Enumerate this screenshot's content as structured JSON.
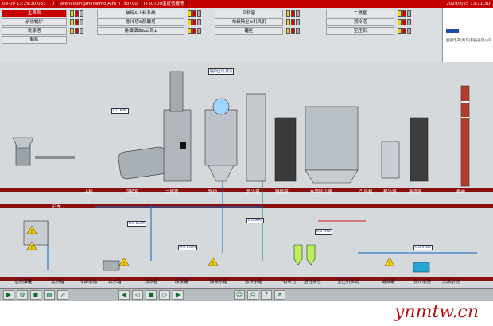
{
  "alarm_bar": {
    "segments": [
      "09-09 13:29:30.033",
      "0",
      "\\wenxihongzhili\\almo\\Alm_TT50700",
      "TT50700温度低报警"
    ],
    "datetime": "2019/8/25 13:11:30"
  },
  "nav": {
    "col1": [
      "主界面",
      "余热锅炉",
      "洗涤塔",
      "制浆"
    ],
    "col2": [
      "破碎&上料系统",
      "急冷塔&脱酸塔",
      "排烟烟囱&公风1"
    ],
    "col3": [
      "回转窑",
      "布袋除尘&引风机",
      "罐区"
    ],
    "col4": [
      "二燃室",
      "预冷塔",
      "空压机"
    ]
  },
  "logo": {
    "text": "壹德电产(青岛)科技有限公司"
  },
  "process": {
    "section_labels": [
      "上料",
      "回转窑",
      "二燃室",
      "锅炉",
      "急冷塔",
      "脱酸塔",
      "布袋除尘器",
      "引风机",
      "预冷塔",
      "洗涤塔",
      "烟囱"
    ],
    "row2_label": "行车",
    "steam_label": "锅炉出口 蒸汽",
    "tags": [
      "0.0 MPa",
      "0.0 m3/h",
      "0.0 MPa",
      "0.0 m3/h",
      "0.0 MPa",
      "0.0 m3/h"
    ]
  },
  "bottom_labels": [
    "低热储罐",
    "低热箱",
    "冷却水箱",
    "软水箱",
    "软水箱",
    "尿素罐",
    "尿素水箱",
    "急冷水箱",
    "石灰仓",
    "活性炭仓",
    "空压机系统",
    "碱液罐",
    "预冷水池",
    "洗涤水池"
  ],
  "toolbar": {
    "buttons": [
      "play",
      "tools",
      "folder",
      "report",
      "trend",
      "back",
      "prev",
      "stop",
      "next",
      "forward",
      "user",
      "print",
      "help",
      "exit"
    ]
  },
  "watermark": "ynmtw.cn"
}
